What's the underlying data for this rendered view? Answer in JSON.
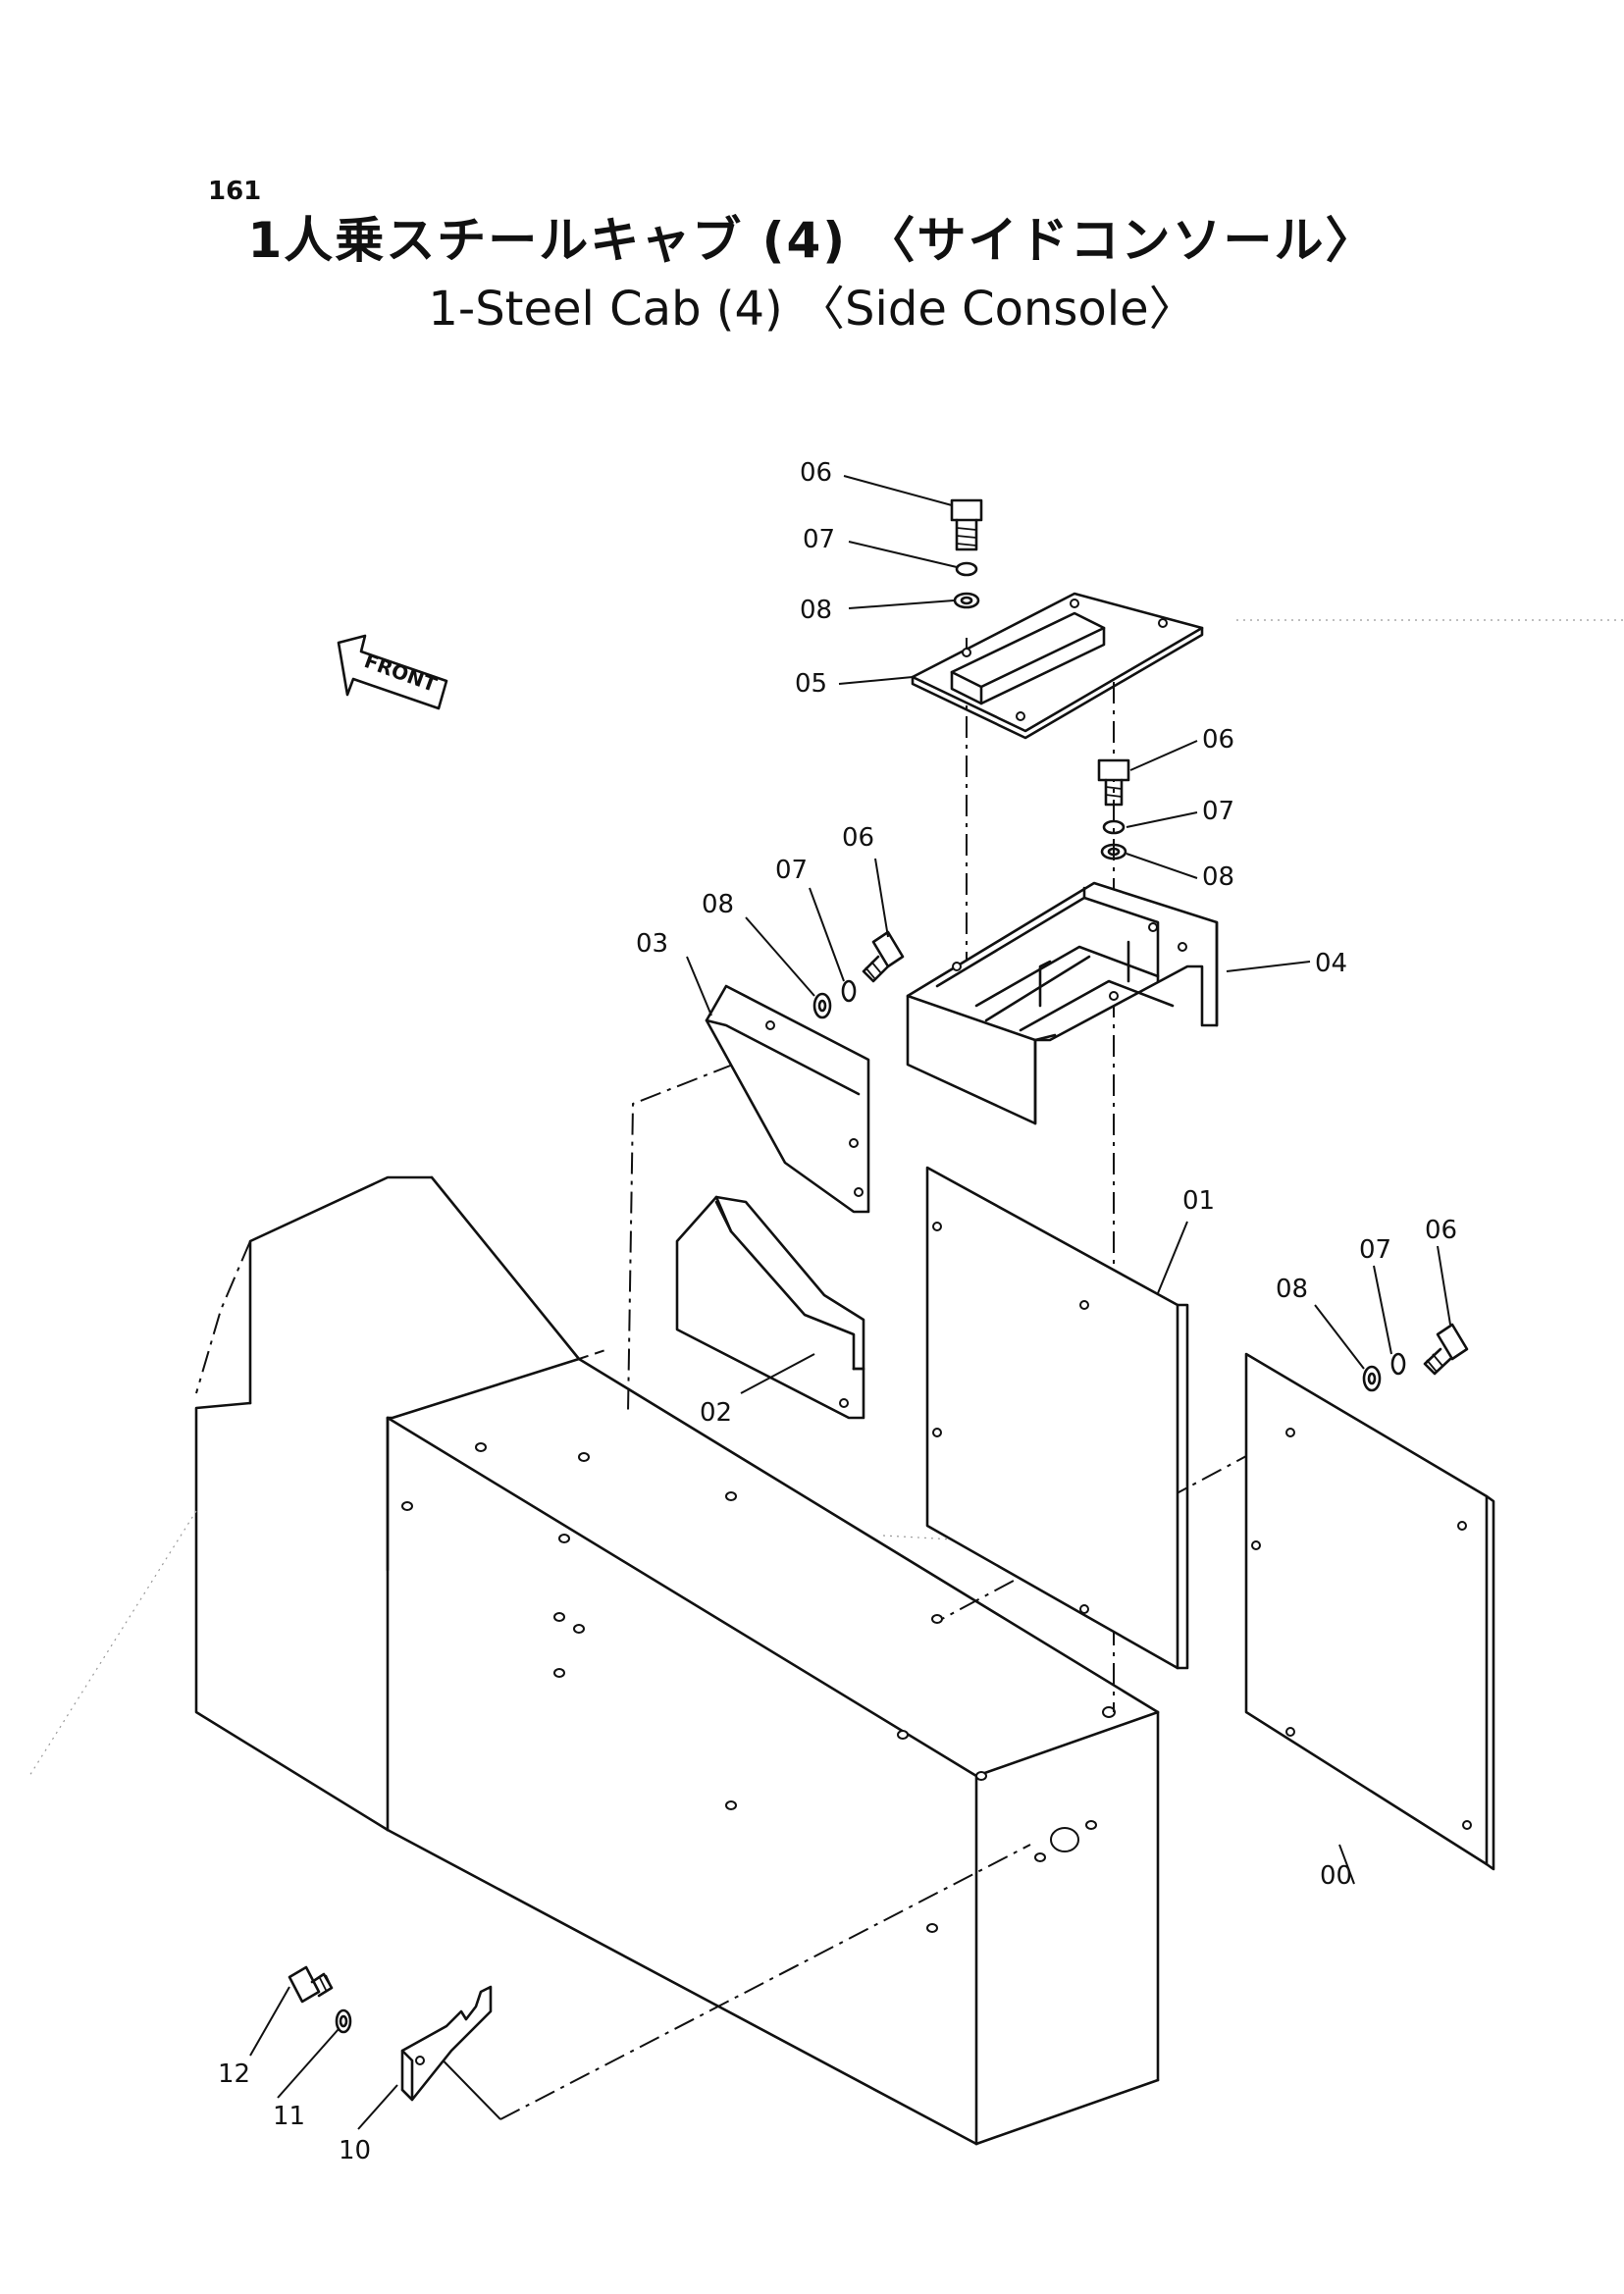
{
  "page": {
    "number": "161",
    "title_jp": "1人乗スチールキャブ (4) 〈サイドコンソール〉",
    "title_en": "1-Steel Cab (4) 〈Side Console〉"
  },
  "orientation_marker": {
    "text": "FRONT",
    "icon": "front-arrow-icon"
  },
  "callouts": {
    "c06_top": "06",
    "c07_top": "07",
    "c08_top": "08",
    "c05": "05",
    "c06_mid": "06",
    "c07_mid": "07",
    "c08_mid": "08",
    "c04": "04",
    "c06_left": "06",
    "c07_left": "07",
    "c08_left": "08",
    "c03": "03",
    "c02": "02",
    "c01": "01",
    "c06_right": "06",
    "c07_right": "07",
    "c08_right": "08",
    "c00": "00",
    "c12": "12",
    "c11": "11",
    "c10": "10"
  }
}
